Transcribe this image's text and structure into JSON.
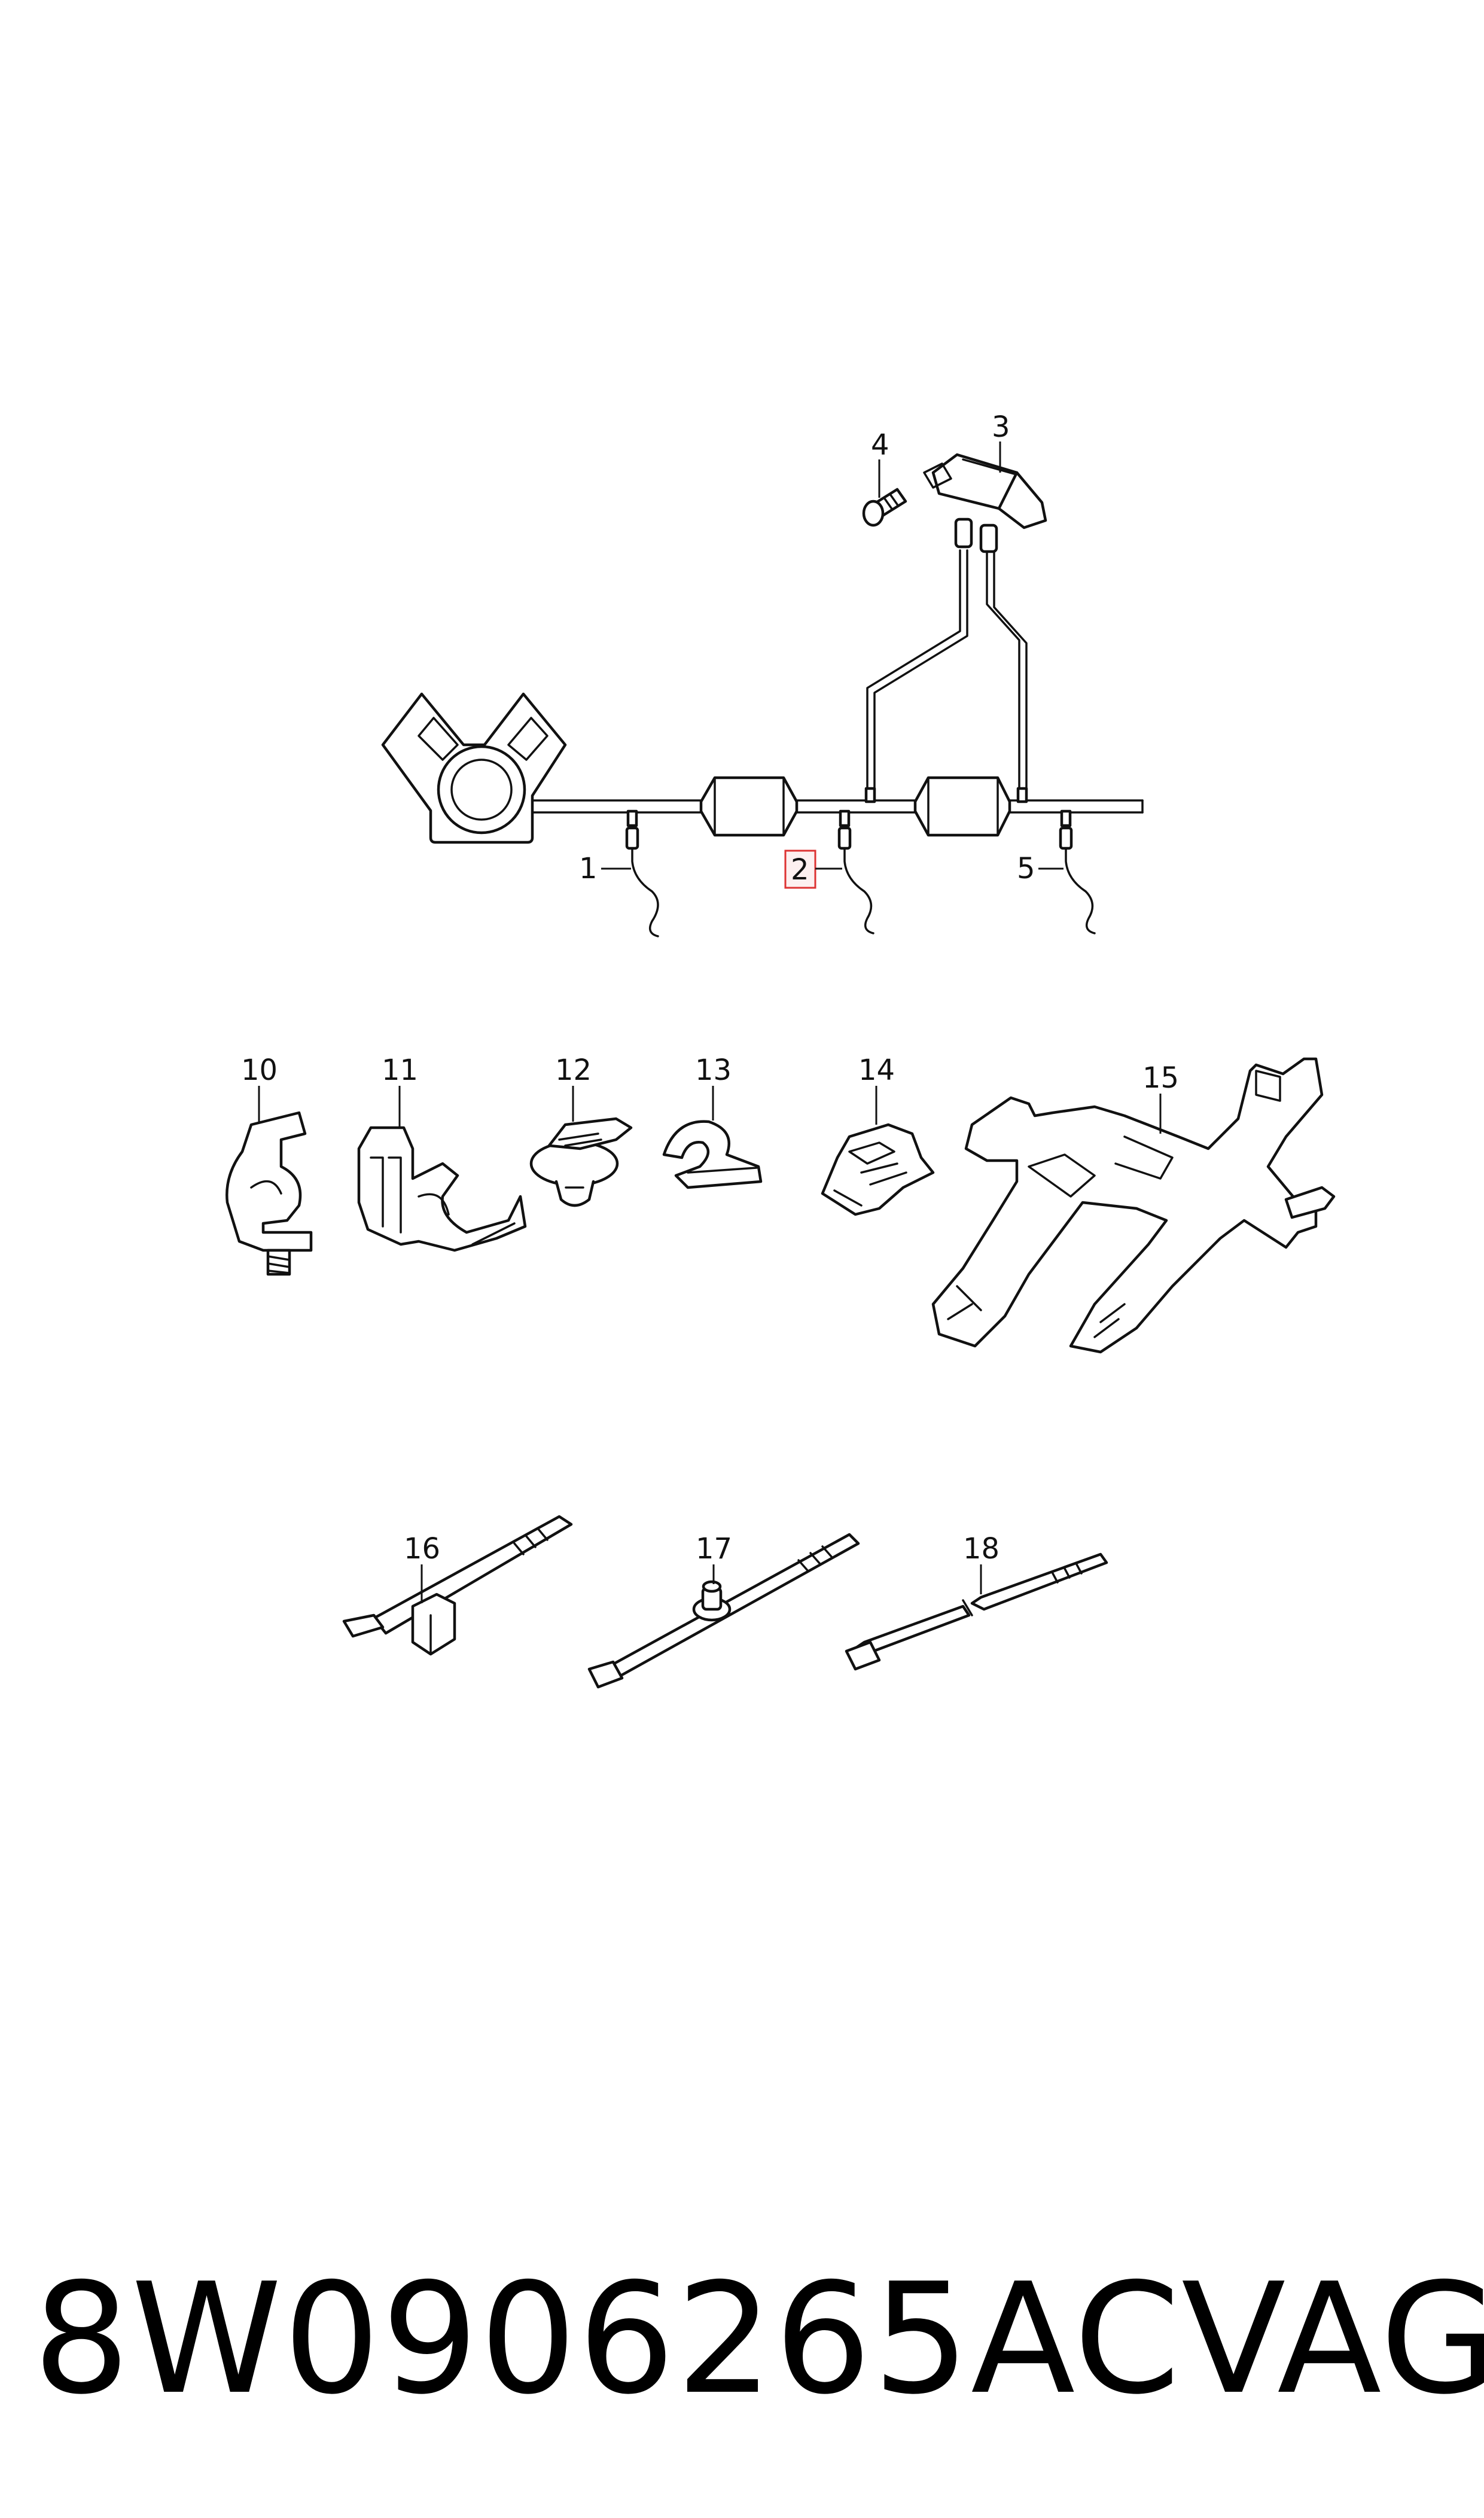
{
  "footer": {
    "part_number": "8W0906265AC",
    "brand": "VAG"
  },
  "callouts": {
    "c1": "1",
    "c2": "2",
    "c3": "3",
    "c4": "4",
    "c5": "5",
    "c10": "10",
    "c11": "11",
    "c12": "12",
    "c13": "13",
    "c14": "14",
    "c15": "15",
    "c16": "16",
    "c17": "17",
    "c18": "18"
  },
  "highlighted_callout": "2"
}
